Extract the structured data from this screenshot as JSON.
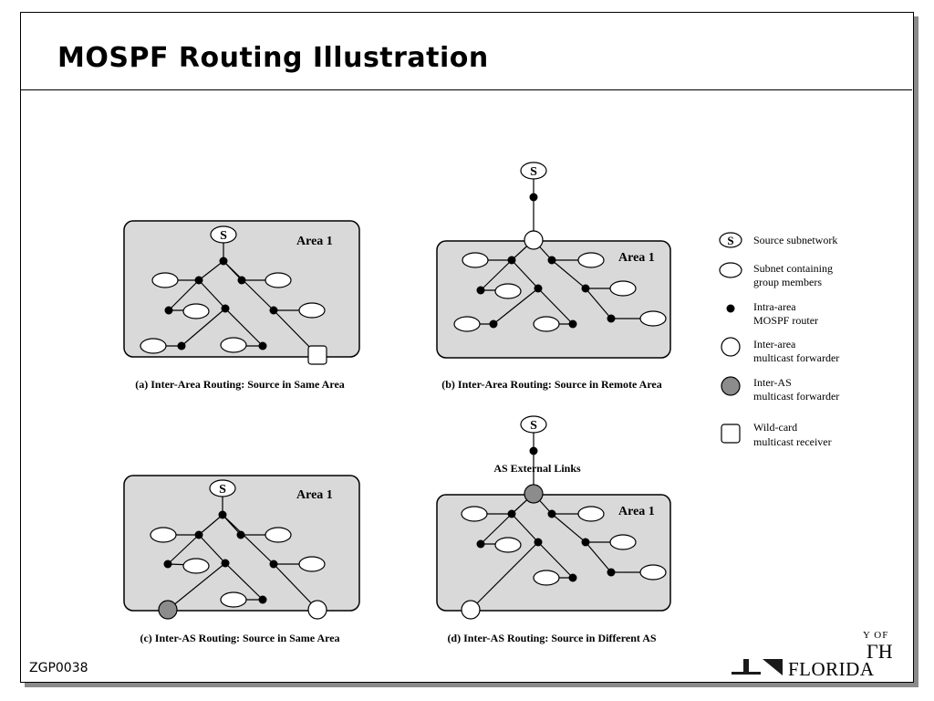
{
  "slide": {
    "title": "MOSPF Routing Illustration",
    "code": "ZGP0038"
  },
  "panels": {
    "a": {
      "area": "Area 1",
      "caption": "(a) Inter-Area Routing: Source in Same Area",
      "source": "S"
    },
    "b": {
      "area": "Area 1",
      "caption": "(b) Inter-Area Routing: Source in Remote Area",
      "source": "S"
    },
    "c": {
      "area": "Area 1",
      "caption": "(c) Inter-AS Routing: Source in Same Area",
      "source": "S"
    },
    "d": {
      "area": "Area 1",
      "caption": "(d) Inter-AS Routing: Source in Different AS",
      "source": "S",
      "external_label": "AS External Links"
    }
  },
  "legend": {
    "source_symbol": "S",
    "source": "Source subnetwork",
    "subnet_line1": "Subnet containing",
    "subnet_line2": "group members",
    "intra_line1": "Intra-area",
    "intra_line2": "MOSPF router",
    "inter_area_line1": "Inter-area",
    "inter_area_line2": "multicast forwarder",
    "inter_as_line1": "Inter-AS",
    "inter_as_line2": "multicast forwarder",
    "wildcard_line1": "Wild-card",
    "wildcard_line2": "multicast receiver"
  },
  "logo": {
    "top_text": "Y OF",
    "text": "FLORIDA"
  },
  "colors": {
    "area_fill": "#d9d9d9",
    "inter_as_fill": "#8c8c8c",
    "line": "#000000"
  }
}
